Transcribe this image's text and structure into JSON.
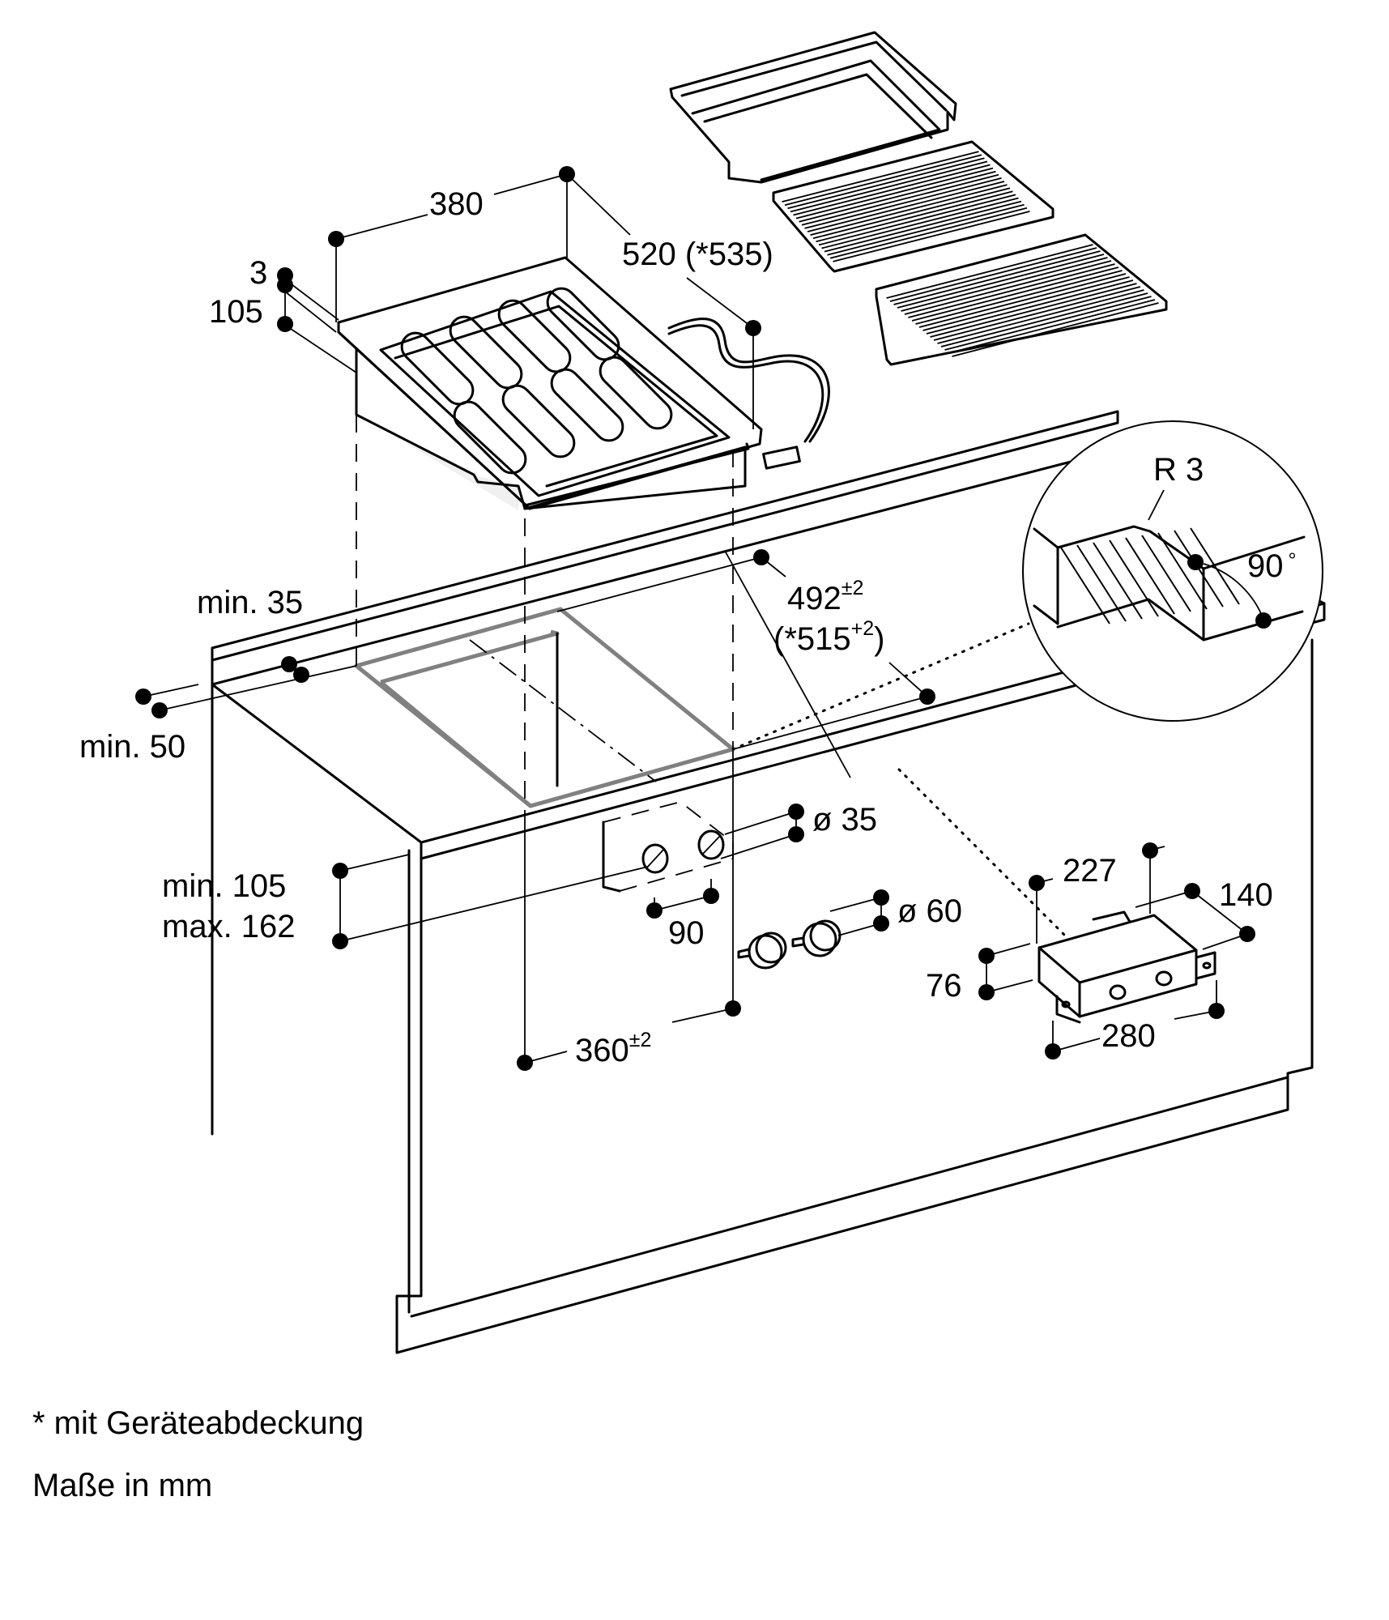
{
  "diagram": {
    "title": "Installation dimensions — built-in grill module",
    "appliance": {
      "width": "380",
      "depth": "520 (*535)",
      "top_thickness": "3",
      "height_below": "105"
    },
    "cutout": {
      "depth_main": "492",
      "depth_main_tol": "±2",
      "depth_alt_prefix": "(*515",
      "depth_alt_tol": "+2",
      "depth_alt_suffix": ")",
      "width": "360",
      "width_tol": "±2"
    },
    "clearances": {
      "rear": "min. 35",
      "side": "min. 50",
      "worktop_min": "min. 105",
      "worktop_max": "max. 162"
    },
    "detail": {
      "radius": "R 3",
      "angle": "90",
      "angle_unit": "°"
    },
    "knobs": {
      "hole_diameter": "ø 35",
      "hole_spacing": "90",
      "knob_diameter": "ø 60"
    },
    "control_box": {
      "depth": "227",
      "width_top": "140",
      "height": "76",
      "length": "280"
    }
  },
  "footnotes": {
    "asterisk": "* mit Geräteabdeckung",
    "units": "Maße in mm"
  }
}
